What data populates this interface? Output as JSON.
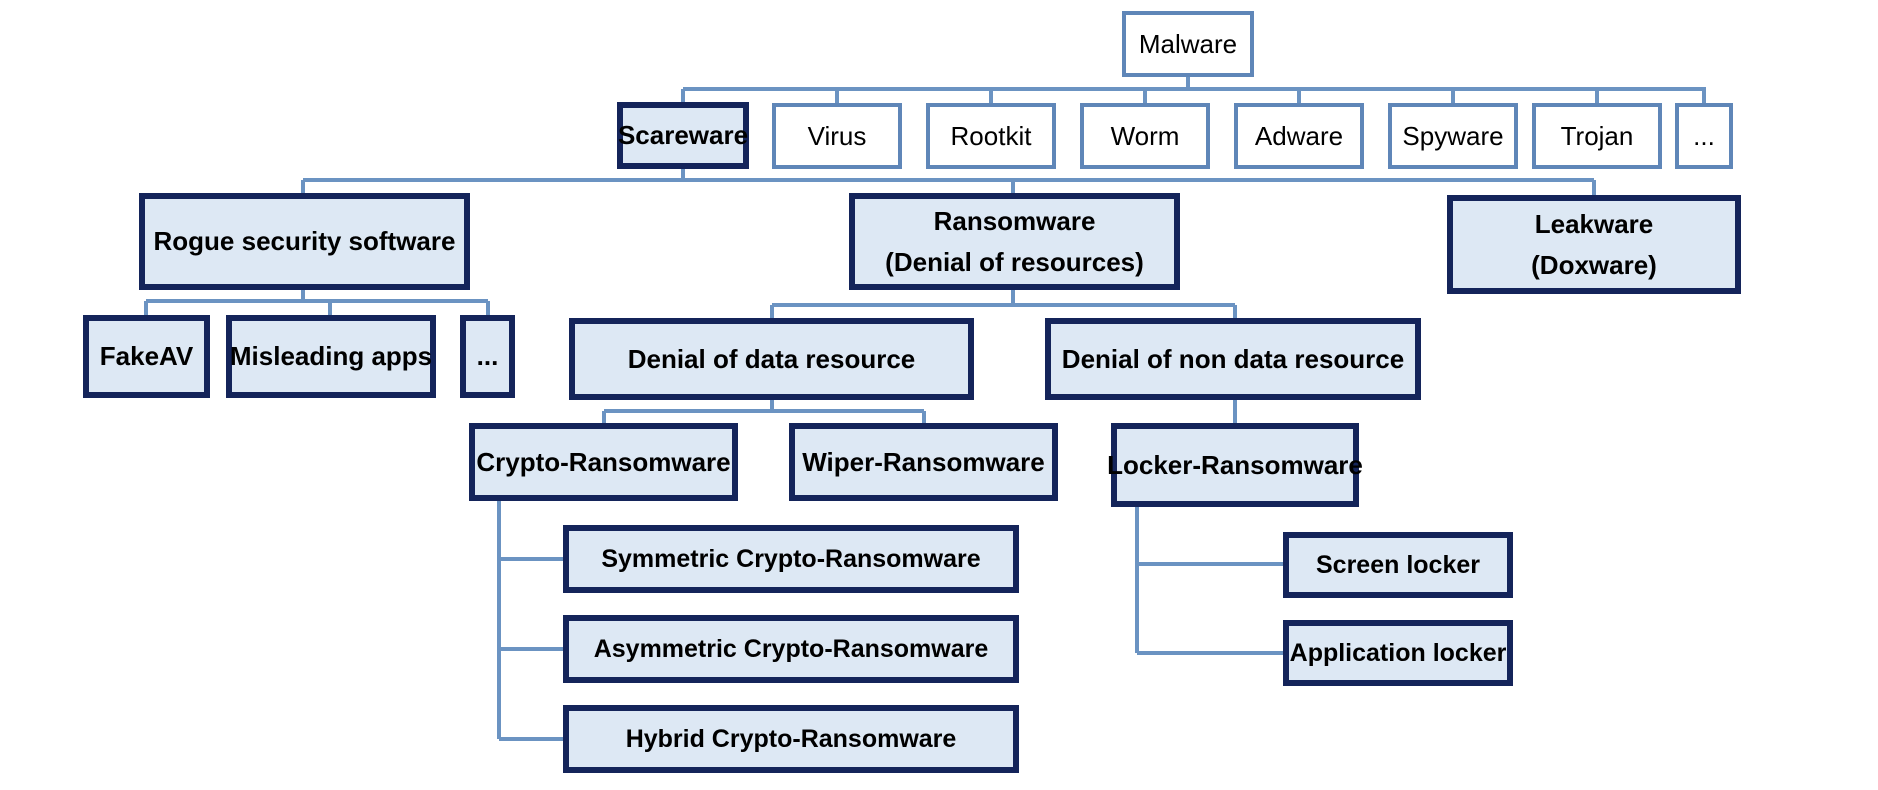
{
  "diagram": {
    "title": "",
    "colors": {
      "connector": "#6b93c2",
      "plain_border": "#5f86b8",
      "plain_fill": "#ffffff",
      "bold_border": "#14245a",
      "bold_fill": "#dde8f4",
      "text": "#000000"
    },
    "nodes": {
      "malware": "Malware",
      "scareware": "Scareware",
      "virus": "Virus",
      "rootkit": "Rootkit",
      "worm": "Worm",
      "adware": "Adware",
      "spyware": "Spyware",
      "trojan": "Trojan",
      "top_more": "...",
      "rogue": "Rogue security software",
      "ransomware_line1": "Ransomware",
      "ransomware_line2": "(Denial of resources)",
      "leakware_line1": "Leakware",
      "leakware_line2": "(Doxware)",
      "fakeav": "FakeAV",
      "misleading": "Misleading apps",
      "rogue_more": "...",
      "denial_data": "Denial of data resource",
      "denial_nondata": "Denial of non data resource",
      "crypto": "Crypto-Ransomware",
      "wiper": "Wiper-Ransomware",
      "locker": "Locker-Ransomware",
      "symmetric": "Symmetric Crypto-Ransomware",
      "asymmetric": "Asymmetric Crypto-Ransomware",
      "hybrid": "Hybrid Crypto-Ransomware",
      "screen_locker": "Screen locker",
      "app_locker": "Application locker"
    },
    "edges": [
      [
        "malware",
        "scareware"
      ],
      [
        "malware",
        "virus"
      ],
      [
        "malware",
        "rootkit"
      ],
      [
        "malware",
        "worm"
      ],
      [
        "malware",
        "adware"
      ],
      [
        "malware",
        "spyware"
      ],
      [
        "malware",
        "trojan"
      ],
      [
        "malware",
        "top_more"
      ],
      [
        "scareware",
        "rogue"
      ],
      [
        "scareware",
        "ransomware"
      ],
      [
        "scareware",
        "leakware"
      ],
      [
        "rogue",
        "fakeav"
      ],
      [
        "rogue",
        "misleading"
      ],
      [
        "rogue",
        "rogue_more"
      ],
      [
        "ransomware",
        "denial_data"
      ],
      [
        "ransomware",
        "denial_nondata"
      ],
      [
        "denial_data",
        "crypto"
      ],
      [
        "denial_data",
        "wiper"
      ],
      [
        "denial_nondata",
        "locker"
      ],
      [
        "crypto",
        "symmetric"
      ],
      [
        "crypto",
        "asymmetric"
      ],
      [
        "crypto",
        "hybrid"
      ],
      [
        "locker",
        "screen_locker"
      ],
      [
        "locker",
        "app_locker"
      ]
    ]
  }
}
